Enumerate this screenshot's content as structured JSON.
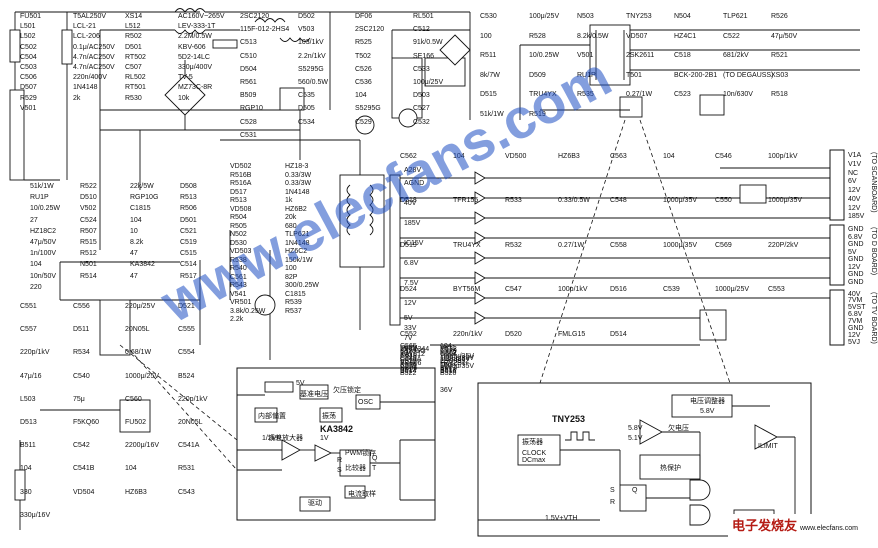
{
  "title": "",
  "watermark": "www.elecfans.com",
  "corner_logo": {
    "cn": "电子发烧友",
    "url": "www.elecfans.com"
  },
  "subdiagrams": {
    "ka3842": {
      "name": "KA3842",
      "labels": [
        "5V",
        "基准电压",
        "欠压锁定",
        "内部偏置",
        "振荡",
        "OSC",
        "比较器",
        "误差放大器",
        "驱动",
        "电流取样",
        "36V",
        "1/2VR",
        "1V",
        "PWM锁存",
        "R",
        "S",
        "Q",
        "T"
      ]
    },
    "tny253": {
      "name": "TNY253",
      "labels": [
        "振荡器",
        "CLOCK",
        "DCmax",
        "欠电压",
        "热保护",
        "电压调整器",
        "5.8V",
        "ILIMIT",
        "前沿消隐",
        "1.5V+VTH",
        "S",
        "R",
        "Q",
        "5.8V",
        "5.1V"
      ]
    }
  },
  "connectors": {
    "to_scan": {
      "title": "(TO SCANBOARD)",
      "pins": [
        "V1A",
        "V1V",
        "NC",
        "6V",
        "12V",
        "40V",
        "12V",
        "185V"
      ]
    },
    "to_digital": {
      "title": "(TO D BOARD)",
      "pins": [
        "GND",
        "6.8V",
        "GND",
        "5V",
        "GND",
        "12V",
        "GND",
        "GND"
      ]
    },
    "to_tv": {
      "title": "(TO TV BOARD)",
      "pins": [
        "40V",
        "7VM",
        "5VST",
        "6.8V",
        "7VM",
        "GND",
        "12V",
        "5VJ"
      ]
    }
  },
  "nets": [
    "A28V",
    "AGND",
    "40V",
    "185V",
    "IC15V",
    "6.8V",
    "7.5V",
    "12V",
    "5V",
    "33V",
    "7V",
    "V5V"
  ],
  "labels": [
    "FU501",
    "T5AL250V",
    "XS14",
    "AC160V~265V",
    "L501",
    "LCL-21",
    "L512",
    "LEV-333-1T",
    "L502",
    "LCL-206",
    "R502",
    "2.2M/0.5W",
    "C502",
    "0.1μ/AC250V",
    "D501",
    "KBV-606",
    "C504",
    "4.7n/AC250V",
    "RT502",
    "5D2-14LC",
    "C503",
    "4.7n/AC250V",
    "C507",
    "330μ/400V",
    "C506",
    "220n/400V",
    "RL502",
    "TV-5",
    "D507",
    "1N4148",
    "RT501",
    "MZ73C-8R",
    "R529",
    "2k",
    "R530",
    "10k",
    "V501",
    "2SC2120",
    "D502",
    "DF06",
    "RL501",
    "115F-012-2HS4",
    "V503",
    "2SC2120",
    "C512",
    "C513",
    "103/1kV",
    "R525",
    "91k/0.5W",
    "C510",
    "2.2n/1kV",
    "T502",
    "SE166",
    "D504",
    "S5295G",
    "C526",
    "C533",
    "R561",
    "560/0.5W",
    "C536",
    "100μ/25V",
    "B509",
    "C535",
    "104",
    "D503",
    "RGP10",
    "D505",
    "S5295G",
    "C527",
    "C528",
    "C534",
    "C529",
    "C532",
    "C531",
    "C530",
    "100μ/25V",
    "N503",
    "TNY253",
    "N504",
    "TLP621",
    "R526",
    "100",
    "R528",
    "8.2k/0.5W",
    "VD507",
    "HZ4C1",
    "C522",
    "47μ/50V",
    "R511",
    "10/0.25W",
    "V501",
    "2SK2611",
    "C518",
    "681/2kV",
    "R521",
    "8k/7W",
    "D509",
    "RU1P",
    "T501",
    "BCK-200-2B1",
    "(TO DEGAUSS)",
    "XS03",
    "D515",
    "TRU4YX",
    "R535",
    "0.27/1W",
    "C523",
    "10n/630V",
    "R518",
    "51k/1W",
    "R519",
    "51k/1W",
    "R522",
    "22k/5W",
    "D508",
    "RU1P",
    "D510",
    "RGP10G",
    "R513",
    "10/0.25W",
    "V502",
    "C1815",
    "R506",
    "27",
    "C524",
    "104",
    "D501",
    "HZ18C2",
    "R507",
    "10",
    "C521",
    "47μ/50V",
    "R515",
    "8.2k",
    "C519",
    "1n/100V",
    "R512",
    "47",
    "C515",
    "104",
    "N501",
    "KA3842",
    "C514",
    "10n/50V",
    "R514",
    "47",
    "R517",
    "220",
    "VD502",
    "HZ18-3",
    "R516B",
    "0.33/3W",
    "R516A",
    "0.33/3W",
    "D517",
    "1N4148",
    "R513",
    "1k",
    "VD508",
    "HZ6B2",
    "R504",
    "20k",
    "R505",
    "680",
    "N502",
    "TLP621",
    "D530",
    "1N4148",
    "VD503",
    "HZ6C2",
    "R538",
    "150k/1W",
    "R540",
    "100",
    "C561",
    "82P",
    "R543",
    "300/0.25W",
    "V541",
    "C1815",
    "VR501",
    "R539",
    "3.8k/0.25W",
    "R537",
    "2.2k",
    "C562",
    "104",
    "VD500",
    "HZ6B3",
    "C563",
    "104",
    "C546",
    "100p/1kV",
    "D518",
    "TFR155",
    "R533",
    "0.33/0.5W",
    "C548",
    "1000μ/35V",
    "C550",
    "1000μ/35V",
    "D519",
    "TRU4YX",
    "R532",
    "0.27/1W",
    "C558",
    "1000μ/35V",
    "C569",
    "220P/2kV",
    "D524",
    "BYT56M",
    "C547",
    "100p/1kV",
    "D516",
    "C539",
    "1000μ/25V",
    "C553",
    "C552",
    "220n/1kV",
    "D520",
    "FMLG15",
    "D514",
    "C551",
    "C556",
    "220μ/25V",
    "D521",
    "C557",
    "D511",
    "20N05L",
    "C555",
    "220p/1kV",
    "R534",
    "0.68/1W",
    "C554",
    "47μ/16",
    "C540",
    "1000μ/25V",
    "B524",
    "L503",
    "75μ",
    "C560",
    "220p/1kV",
    "D513",
    "F5KQ60",
    "FU502",
    "20N05L",
    "B511",
    "C542",
    "2200μ/16V",
    "C541A",
    "104",
    "C541B",
    "104",
    "R531",
    "330",
    "VD504",
    "HZ6B3",
    "C543",
    "330μ/16V",
    "C565",
    "104",
    "D525",
    "V511",
    "2SC2344",
    "D532",
    "S5295G",
    "C570",
    "104",
    "N507",
    "KA7812",
    "C564",
    "C545",
    "1000μ/35V",
    "C549",
    "1000μ/35V",
    "C545A",
    "100μ/35V",
    "V510",
    "2SC3852",
    "VD506",
    "HZ12B1",
    "R536",
    "100",
    "C559",
    "1000μ/35V",
    "XS06",
    "B507",
    "B512",
    "B513",
    "B514",
    "B516",
    "B522",
    "B520"
  ]
}
